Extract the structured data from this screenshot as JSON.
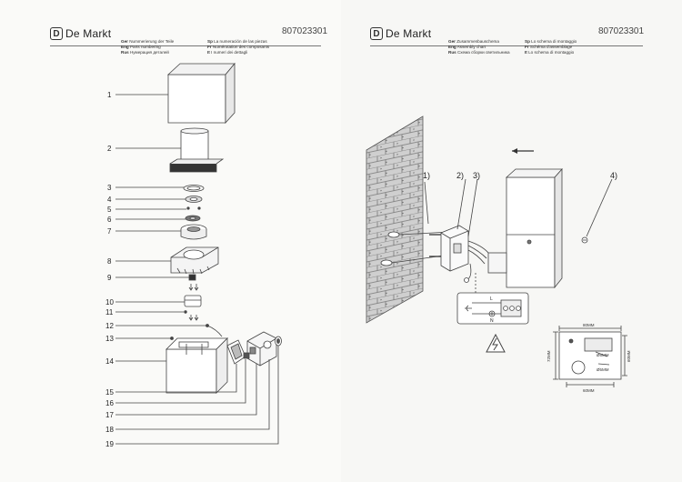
{
  "brand": {
    "logo_mark": "D",
    "logo_text": "De Markt"
  },
  "left_page": {
    "code": "807023301",
    "legend_col1": [
      {
        "lang": "Ger",
        "text": "Nummerierung der Teile"
      },
      {
        "lang": "Eng",
        "text": "Parts numbering"
      },
      {
        "lang": "Rus",
        "text": "Нумерация деталей"
      }
    ],
    "legend_col2": [
      {
        "lang": "Sp",
        "text": "La numeración de las piezas"
      },
      {
        "lang": "Fr",
        "text": "Numérotation des composants"
      },
      {
        "lang": "It",
        "text": "I numeri dei dettagli"
      }
    ],
    "part_numbers": [
      "1",
      "2",
      "3",
      "4",
      "5",
      "6",
      "7",
      "8",
      "9",
      "10",
      "11",
      "12",
      "13",
      "14",
      "15",
      "16",
      "17",
      "18",
      "19"
    ]
  },
  "right_page": {
    "code": "807023301",
    "legend_col1": [
      {
        "lang": "Ger",
        "text": "Zusammenbauschema"
      },
      {
        "lang": "Eng",
        "text": "Assembly chart"
      },
      {
        "lang": "Rus",
        "text": "Схема сборки светильника"
      }
    ],
    "legend_col2": [
      {
        "lang": "Sp",
        "text": "Lo schema di montaggio"
      },
      {
        "lang": "Fr",
        "text": "Schéma d'assemblage"
      },
      {
        "lang": "It",
        "text": "Lo schema di montaggio"
      }
    ],
    "step_labels": [
      "1)",
      "2)",
      "3)",
      "4)"
    ],
    "terminal_labels": {
      "L": "L",
      "N": "N"
    },
    "dimensions": {
      "width_top": "80MM",
      "height_left": "72MM",
      "height_right": "60MM",
      "width_bottom": "60MM",
      "hole_a": "Ø5MM",
      "hole_b": "Ø5MM"
    }
  }
}
